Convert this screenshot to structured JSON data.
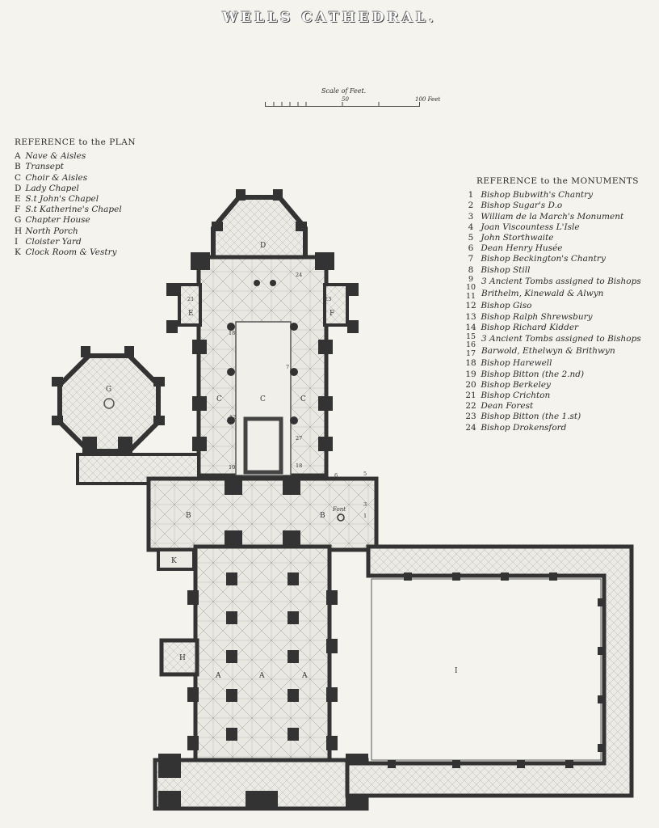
{
  "title": "WELLS CATHEDRAL.",
  "scale": {
    "caption": "Scale of Feet.",
    "mid_label": "50",
    "end_label": "100 Feet"
  },
  "plan_reference": {
    "heading": "REFERENCE to the PLAN",
    "items": [
      {
        "key": "A",
        "text": "Nave & Aisles"
      },
      {
        "key": "B",
        "text": "Transept"
      },
      {
        "key": "C",
        "text": "Choir & Aisles"
      },
      {
        "key": "D",
        "text": "Lady Chapel"
      },
      {
        "key": "E",
        "text": "S.t John's Chapel"
      },
      {
        "key": "F",
        "text": "S.t Katherine's Chapel"
      },
      {
        "key": "G",
        "text": "Chapter House"
      },
      {
        "key": "H",
        "text": "North Porch"
      },
      {
        "key": "I",
        "text": "Cloister Yard"
      },
      {
        "key": "K",
        "text": "Clock Room & Vestry"
      }
    ]
  },
  "monument_reference": {
    "heading": "REFERENCE to the MONUMENTS",
    "items": [
      {
        "key": "1",
        "text": "Bishop Bubwith's Chantry"
      },
      {
        "key": "2",
        "text": "Bishop Sugar's D.o"
      },
      {
        "key": "3",
        "text": "William de la March's Monument"
      },
      {
        "key": "4",
        "text": "Joan Viscountess L'Isle"
      },
      {
        "key": "5",
        "text": "John Storthwaite"
      },
      {
        "key": "6",
        "text": "Dean Henry Husée"
      },
      {
        "key": "7",
        "text": "Bishop Beckington's Chantry"
      },
      {
        "key": "8",
        "text": "Bishop Still"
      },
      {
        "key": "9 10 11",
        "text": "3 Ancient Tombs assigned to Bishops Brithelm, Kinewald & Alwyn"
      },
      {
        "key": "12",
        "text": "Bishop Giso"
      },
      {
        "key": "13",
        "text": "Bishop Ralph Shrewsbury"
      },
      {
        "key": "14",
        "text": "Bishop Richard Kidder"
      },
      {
        "key": "15 16 17",
        "text": "3 Ancient Tombs assigned to Bishops Barwold, Ethelwyn & Brithwyn"
      },
      {
        "key": "18",
        "text": "Bishop Harewell"
      },
      {
        "key": "19",
        "text": "Bishop Bitton (the 2.nd)"
      },
      {
        "key": "20",
        "text": "Bishop Berkeley"
      },
      {
        "key": "21",
        "text": "Bishop Crichton"
      },
      {
        "key": "22",
        "text": "Dean Forest"
      },
      {
        "key": "23",
        "text": "Bishop Bitton (the 1.st)"
      },
      {
        "key": "24",
        "text": "Bishop Drokensford"
      }
    ]
  },
  "plan_labels": {
    "nave": "A",
    "transept": "B",
    "choir": "C",
    "lady_chapel": "D",
    "st_johns": "E",
    "st_katherines": "F",
    "chapter_house": "G",
    "north_porch": "H",
    "cloister_yard": "I",
    "clock_room": "K",
    "font": "Font"
  },
  "colors": {
    "paper": "#f4f3ee",
    "ink": "#2a2a2a",
    "wall": "#333333",
    "floor": "#e6e5df"
  }
}
